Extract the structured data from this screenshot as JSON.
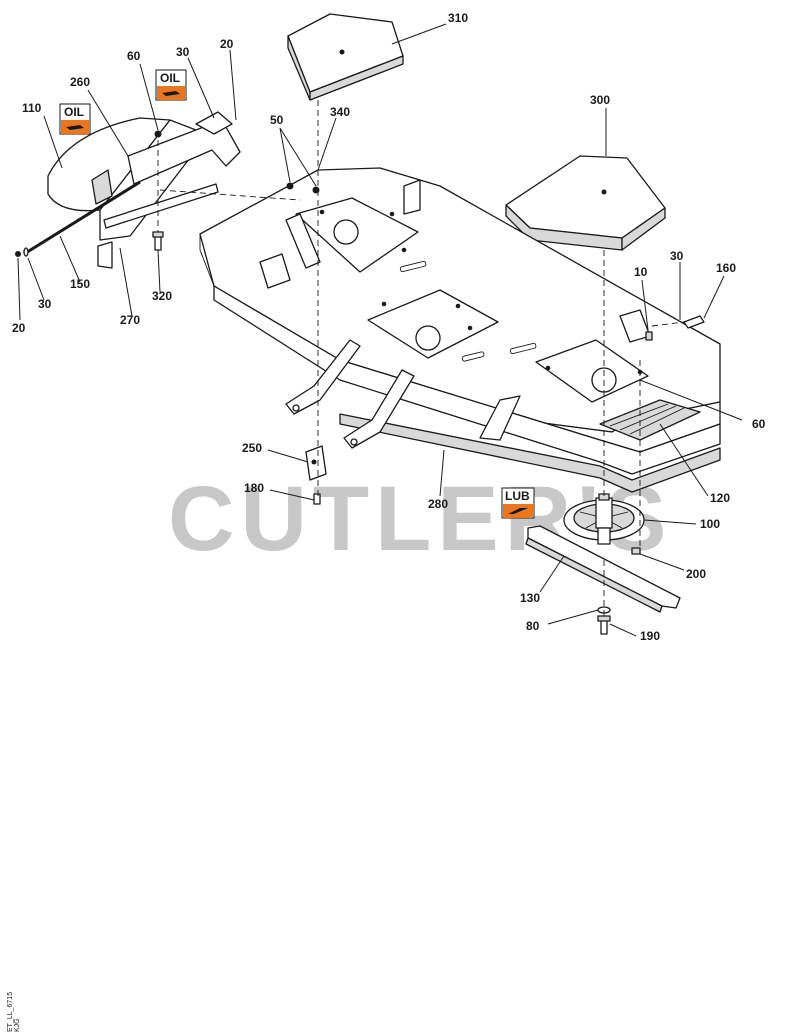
{
  "watermark": "CUTLER'S",
  "drawing_code": "ET_LL_6715",
  "drawing_code_sub": "KJG",
  "badges": {
    "oil_top": "OIL",
    "oil_left": "OIL",
    "lub": "LUB"
  },
  "callouts": {
    "c310": "310",
    "c60a": "60",
    "c30a": "30",
    "c20a": "20",
    "c260": "260",
    "c340": "340",
    "c300": "300",
    "c110": "110",
    "c50": "50",
    "c10": "10",
    "c30b": "30",
    "c160": "160",
    "c320": "320",
    "c150": "150",
    "c20b": "20",
    "c30c": "30",
    "c270": "270",
    "c60b": "60",
    "c250": "250",
    "c120": "120",
    "c180": "180",
    "c280": "280",
    "c100": "100",
    "c200": "200",
    "c130": "130",
    "c80": "80",
    "c190": "190"
  }
}
